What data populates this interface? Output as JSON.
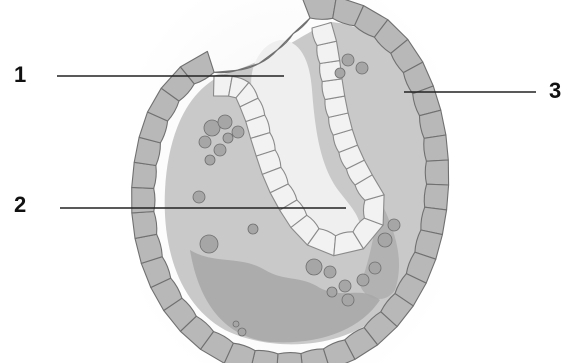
{
  "figure": {
    "labels": [
      {
        "id": "label-1",
        "text": "1"
      },
      {
        "id": "label-2",
        "text": "2"
      },
      {
        "id": "label-3",
        "text": "3"
      }
    ],
    "colors": {
      "outer_cell_fill": "#b8b8b8",
      "outer_cell_stroke": "#707070",
      "inner_cell_fill": "#f2f2f2",
      "inner_cell_stroke": "#8a8a8a",
      "cavity_light": "#eeeeee",
      "blastocoel_fill": "#c4c4c4",
      "yolk_dark": "#9c9c9c",
      "cell_dot": "#a6a6a6",
      "cell_dot_stroke": "#6e6e6e",
      "leader_line": "#222222"
    }
  }
}
